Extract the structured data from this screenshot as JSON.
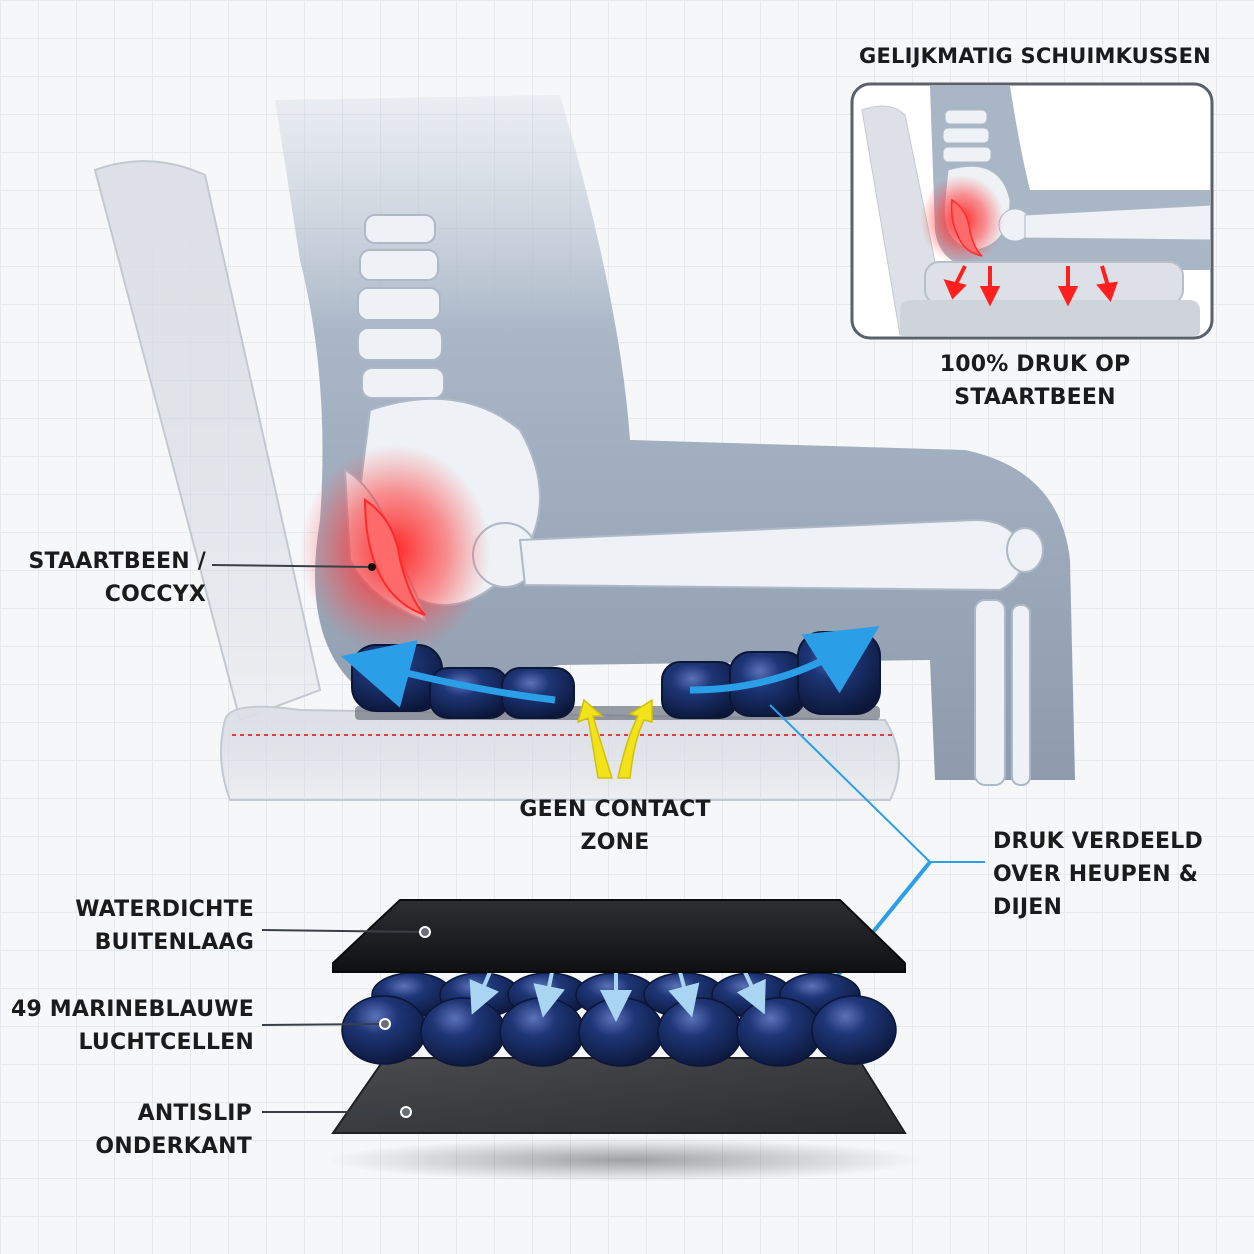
{
  "inset": {
    "title": "GELIJKMATIG SCHUIMKUSSEN",
    "caption_line1": "100% DRUK OP",
    "caption_line2": "STAARTBEEN"
  },
  "callouts": {
    "coccyx_line1": "STAARTBEEN /",
    "coccyx_line2": "COCCYX",
    "no_contact_line1": "GEEN CONTACT",
    "no_contact_line2": "ZONE",
    "pressure_line1": "DRUK VERDEELD",
    "pressure_line2": "OVER HEUPEN &",
    "pressure_line3": "DIJEN"
  },
  "layers": {
    "outer_line1": "WATERDICHTE",
    "outer_line2": "BUITENLAAG",
    "cells_line1": "49 MARINEBLAUWE",
    "cells_line2": "LUCHTCELLEN",
    "base_line1": "ANTISLIP",
    "base_line2": "ONDERKANT"
  },
  "colors": {
    "navy_cell": "#14275a",
    "pressure_red": "#ff2a2a",
    "flow_blue": "#2a9fe8",
    "no_contact_yellow": "#f2e21a",
    "body_silhouette": "#a9b6c6",
    "bone": "#eef1f5"
  },
  "icons": [
    "seated-body-skeleton-illustration",
    "air-cell-cushion",
    "pressure-arrow",
    "flow-arrow"
  ]
}
